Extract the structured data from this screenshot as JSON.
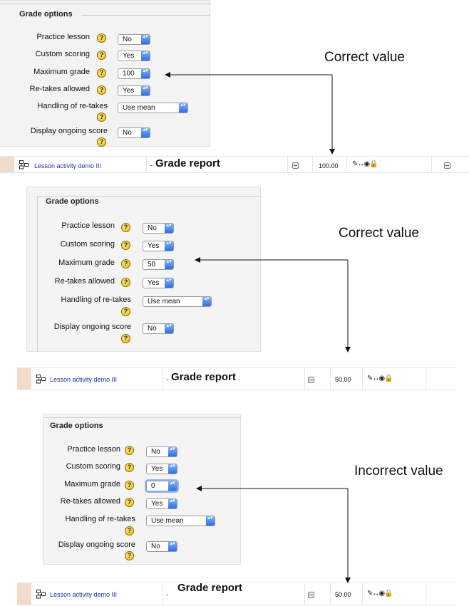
{
  "panels": [
    {
      "title": "Grade options",
      "fields": [
        {
          "label": "Practice lesson",
          "value": "No"
        },
        {
          "label": "Custom scoring",
          "value": "Yes"
        },
        {
          "label": "Maximum grade",
          "value": "100"
        },
        {
          "label": "Re-takes allowed",
          "value": "Yes"
        },
        {
          "label": "Handling of re-takes",
          "value": "Use mean"
        },
        {
          "label": "Display ongoing score",
          "value": "No"
        }
      ],
      "annotation": "Correct value"
    },
    {
      "title": "Grade options",
      "fields": [
        {
          "label": "Practice lesson",
          "value": "No"
        },
        {
          "label": "Custom scoring",
          "value": "Yes"
        },
        {
          "label": "Maximum grade",
          "value": "50"
        },
        {
          "label": "Re-takes allowed",
          "value": "Yes"
        },
        {
          "label": "Handling of re-takes",
          "value": "Use mean"
        },
        {
          "label": "Display ongoing score",
          "value": "No"
        }
      ],
      "annotation": "Correct value"
    },
    {
      "title": "Grade options",
      "fields": [
        {
          "label": "Practice lesson",
          "value": "No"
        },
        {
          "label": "Custom scoring",
          "value": "Yes"
        },
        {
          "label": "Maximum grade",
          "value": "0"
        },
        {
          "label": "Re-takes allowed",
          "value": "Yes"
        },
        {
          "label": "Handling of re-takes",
          "value": "Use mean"
        },
        {
          "label": "Display ongoing score",
          "value": "No"
        }
      ],
      "annotation": "Incorrect value"
    }
  ],
  "rows": [
    {
      "name": "Lesson activity demo III",
      "dash": "-",
      "report": "Grade report",
      "grade": "100.00"
    },
    {
      "name": "Lesson activity demo III",
      "dash": "-",
      "report": "Grade report",
      "grade": "50.00"
    },
    {
      "name": "Lesson activity demo III",
      "dash": "-",
      "report": "Grade report",
      "grade": "50.00"
    }
  ],
  "help_glyph": "?",
  "select_arrow_glyph": "▴▾",
  "icons": {
    "help": "help-icon",
    "activity": "lesson-activity-icon",
    "tools": "edit-tools-icons"
  },
  "colors": {
    "accent_row": "#f0dccd",
    "link": "#24319a",
    "help_icon": "#f0b800",
    "select_arrow": "#2f6fe0"
  }
}
